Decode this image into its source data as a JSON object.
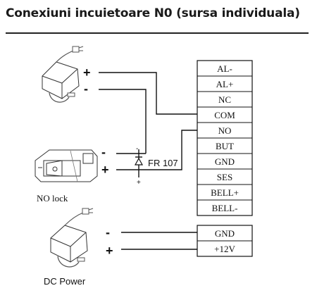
{
  "title": "Conexiuni incuietoare N0 (sursa individuala)",
  "terminals": [
    "AL-",
    "AL+",
    "NC",
    "COM",
    "NO",
    "BUT",
    "GND",
    "SES",
    "BELL+",
    "BELL-"
  ],
  "power_terminals": [
    "GND",
    "+12V"
  ],
  "labels": {
    "no_lock": "NO lock",
    "dc_power": "DC Power",
    "diode": "FR 107",
    "plus": "+",
    "minus": "-"
  },
  "icons": [
    "power-adapter-icon",
    "door-lock-icon",
    "diode-icon"
  ]
}
